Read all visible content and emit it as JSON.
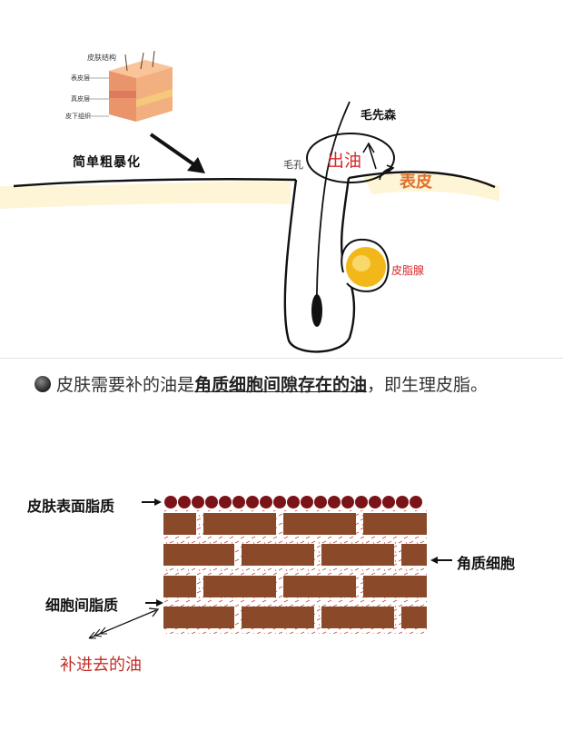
{
  "top_diagram": {
    "inset_title": "皮肤结构",
    "inset_layers": [
      "表皮层",
      "真皮层",
      "皮下组织"
    ],
    "simplify_label": "简单粗暴化",
    "hair_follicle_label": "毛先森",
    "pore_label": "毛孔",
    "oil_out_label": "出油",
    "epidermis_label": "表皮",
    "sebaceous_label": "皮脂腺"
  },
  "paragraph": {
    "prefix": "皮肤需要补的油是",
    "emphasis": "角质细胞间隙存在的油",
    "suffix": "，即生理皮脂。"
  },
  "bottom_diagram": {
    "surface_lipid_label": "皮肤表面脂质",
    "corneocyte_label": "角质细胞",
    "intercellular_lipid_label": "细胞间脂质",
    "added_oil_label": "补进去的油"
  },
  "colors": {
    "brick": "#8a4a2a",
    "mortar": "#ffffff",
    "mortar_fleck": "#c24a3a",
    "dots": "#7a1418",
    "skin_line": "#111111",
    "epidermis_text": "#e0702a",
    "oil_text": "#d8282a",
    "sebaceous_fill": "#f2b81a",
    "added_oil_text": "#c0302a"
  },
  "icons": [
    "arrow-right-icon",
    "arrow-left-icon",
    "feather-arrow-icon",
    "bullet-dot-icon"
  ]
}
